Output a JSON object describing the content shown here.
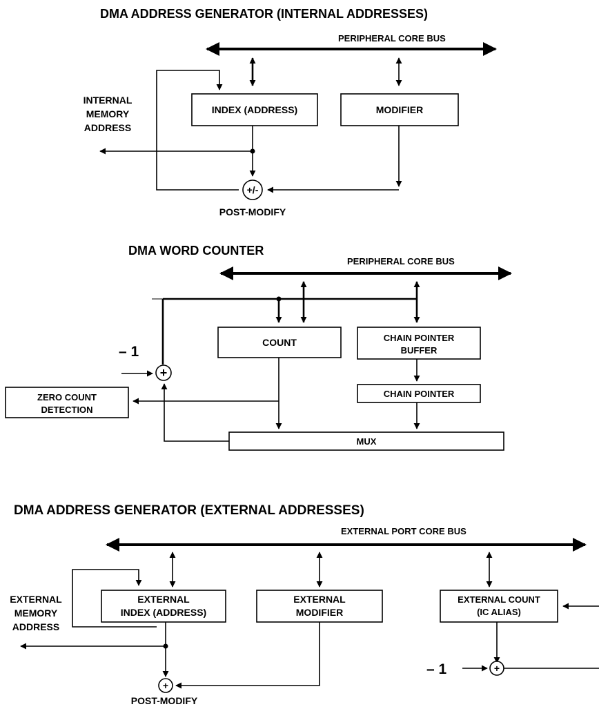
{
  "section1": {
    "title": "DMA ADDRESS GENERATOR (INTERNAL ADDRESSES)",
    "bus_label": "PERIPHERAL CORE BUS",
    "index_box": "INDEX (ADDRESS)",
    "modifier_box": "MODIFIER",
    "output_label": [
      "INTERNAL",
      "MEMORY",
      "ADDRESS"
    ],
    "adder_symbol": "+/-",
    "adder_caption": "POST-MODIFY"
  },
  "section2": {
    "title": "DMA WORD COUNTER",
    "bus_label": "PERIPHERAL CORE BUS",
    "decrement_label": "– 1",
    "adder_symbol": "+",
    "count_box": "COUNT",
    "chain_pointer_buffer_box": [
      "CHAIN POINTER",
      "BUFFER"
    ],
    "chain_pointer_box": "CHAIN POINTER",
    "zero_count_box": [
      "ZERO COUNT",
      "DETECTION"
    ],
    "mux_box": "MUX"
  },
  "section3": {
    "title": "DMA  ADDRESS  GENERATOR  (EXTERNAL ADDRESSES)",
    "bus_label": "EXTERNAL PORT CORE BUS",
    "index_box": [
      "EXTERNAL",
      "INDEX (ADDRESS)"
    ],
    "modifier_box": [
      "EXTERNAL",
      "MODIFIER"
    ],
    "count_box": [
      "EXTERNAL COUNT",
      "(IC ALIAS)"
    ],
    "output_label": [
      "EXTERNAL",
      "MEMORY",
      "ADDRESS"
    ],
    "adder_symbol": "+",
    "adder_caption": "POST-MODIFY",
    "decrement_label": "– 1",
    "count_adder_symbol": "+"
  }
}
